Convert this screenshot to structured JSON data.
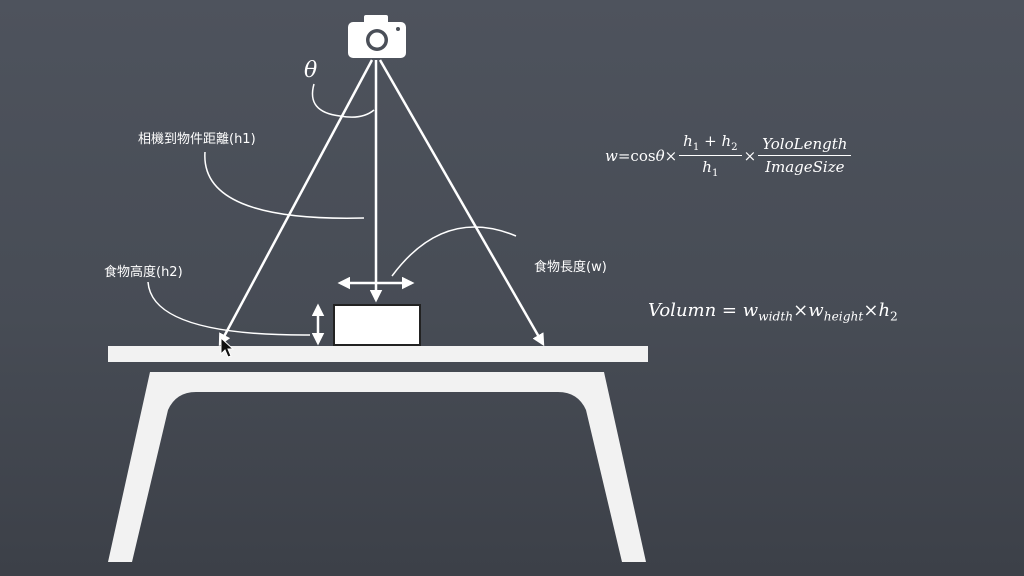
{
  "labels": {
    "theta": "θ",
    "camera_distance": "相機到物件距離(h1)",
    "food_height": "食物高度(h2)",
    "food_length": "食物長度(w)"
  },
  "formula_w": {
    "lhs": "w",
    "eq": " = ",
    "cos": "cos",
    "theta": "θ",
    "times1": "×",
    "frac1_num_h1": "h",
    "frac1_num_s1": "1",
    "frac1_plus": " + ",
    "frac1_num_h2": "h",
    "frac1_num_s2": "2",
    "frac1_den_h": "h",
    "frac1_den_s": "1",
    "times2": "×",
    "frac2_num": "YoloLength",
    "frac2_den": "ImageSize"
  },
  "formula_volumn": {
    "lhs": "Volumn",
    "eq": " = ",
    "w1": "w",
    "w1_sub": "width",
    "times1": "×",
    "w2": "w",
    "w2_sub": "height",
    "times2": "×",
    "h": "h",
    "h_sub": "2"
  }
}
